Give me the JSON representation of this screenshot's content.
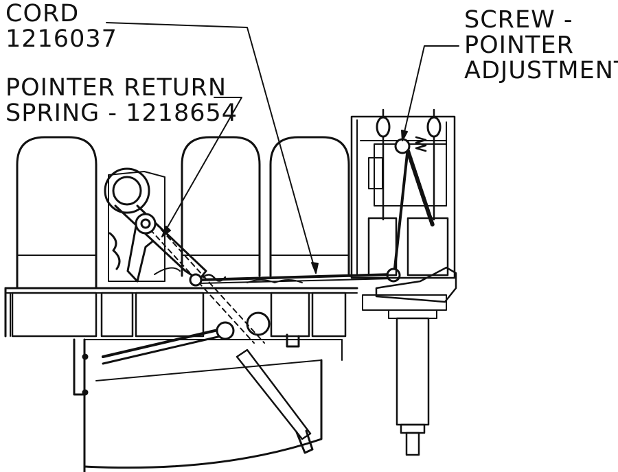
{
  "diagram": {
    "callouts": {
      "cord": [
        "CORD",
        "1216037"
      ],
      "pointer_return_spring": [
        "POINTER RETURN",
        "SPRING - 1218654"
      ],
      "screw_pointer_adjustment": [
        "SCREW -",
        "POINTER",
        "ADJUSTMENT"
      ]
    },
    "colors": {
      "ink": "#111111",
      "paper": "#ffffff"
    }
  }
}
